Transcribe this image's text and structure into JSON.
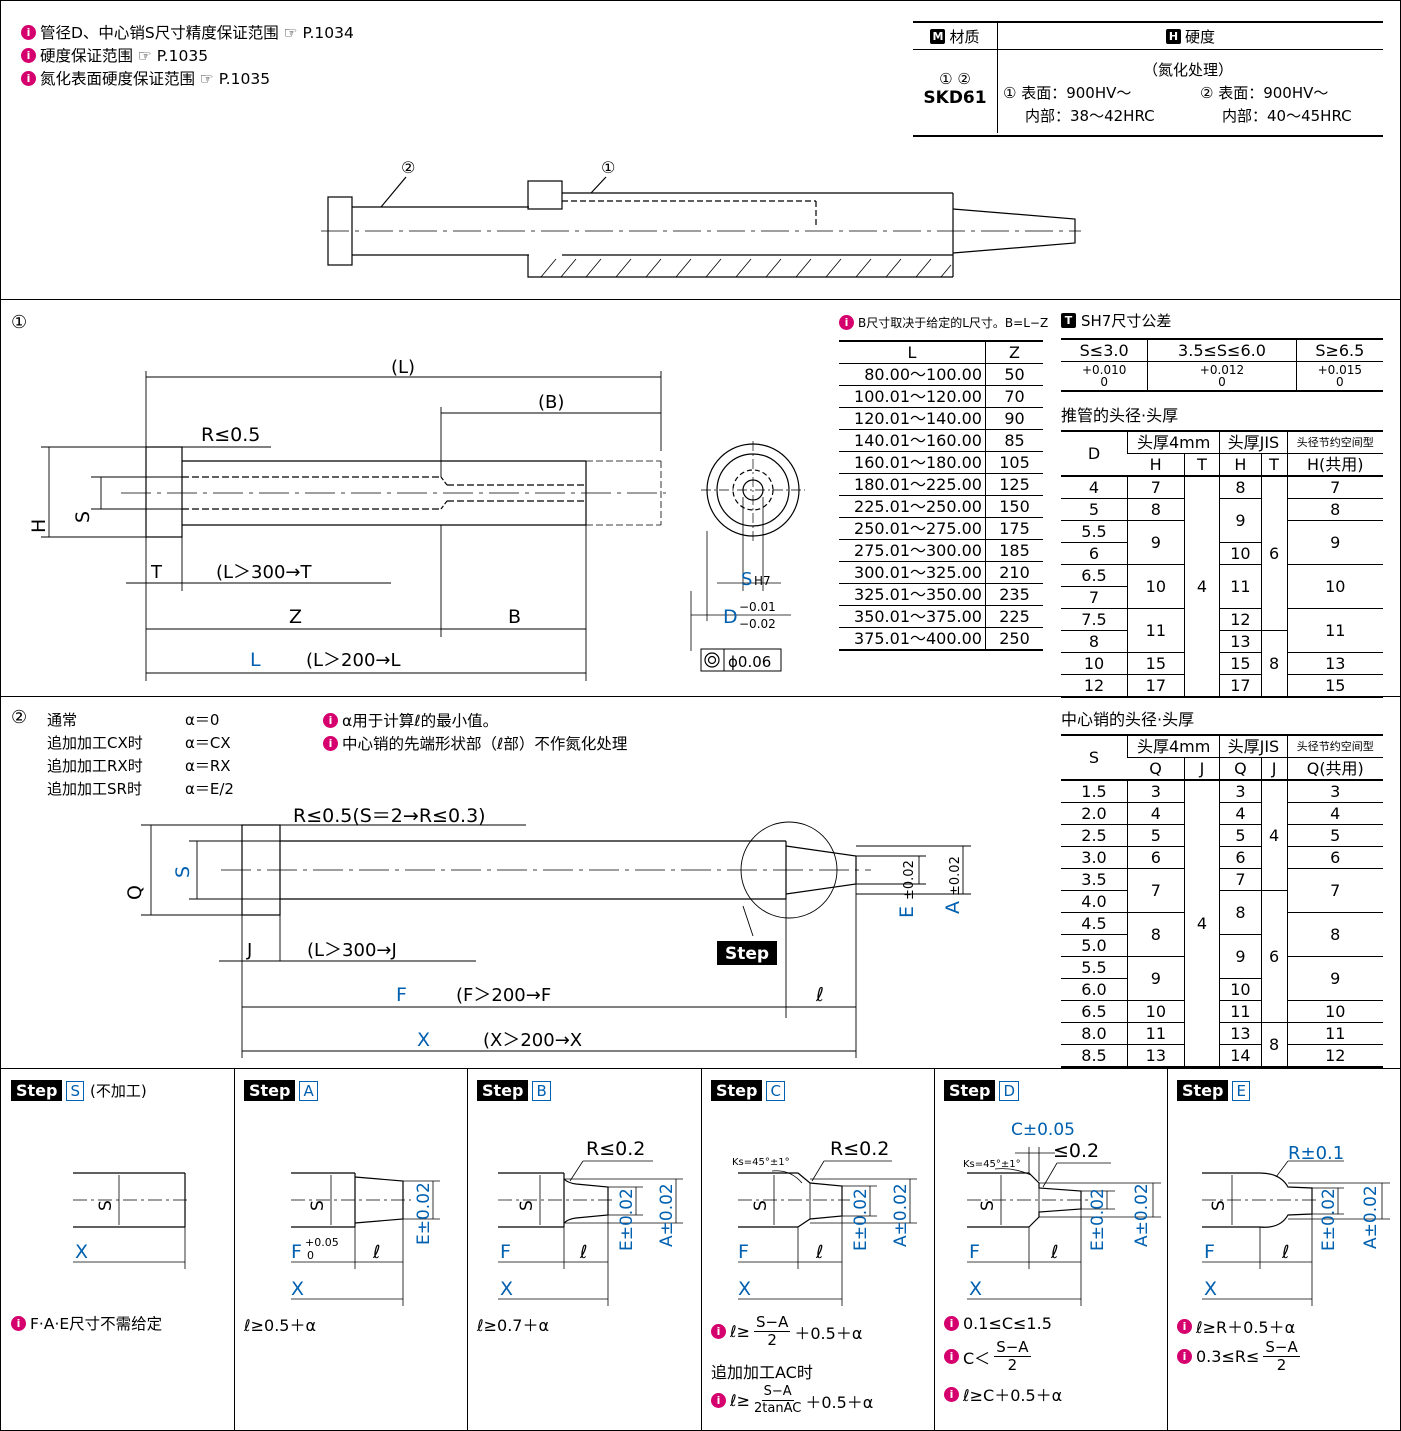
{
  "top_notes": [
    "管径D、中心销S尺寸精度保证范围 ☞ P.1034",
    "硬度保证范围 ☞ P.1035",
    "氮化表面硬度保证范围 ☞ P.1035"
  ],
  "material_table": {
    "material_header": "材质",
    "hardness_header": "硬度",
    "part_marks": "① ②",
    "material": "SKD61",
    "treatment": "（氮化处理）",
    "h1_surface": "① 表面：900HV～",
    "h1_inner": "内部：38～42HRC",
    "h2_surface": "② 表面：900HV～",
    "h2_inner": "内部：40～45HRC"
  },
  "assembly": {
    "mark1": "①",
    "mark2": "②"
  },
  "part1": {
    "mark": "①",
    "dim_L": "(L)",
    "dim_B_paren": "(B)",
    "radius": "R≤0.5",
    "H_label": "H",
    "S_label": "S",
    "T_label": "T",
    "T_tol": "(L＞300→T",
    "Z_label": "Z",
    "B_label": "B",
    "L_label": "L",
    "L_cond": "(L＞200→L",
    "SH7_label": "S",
    "SH7_sub": "H7",
    "D_label": "D",
    "D_tol_upper": "−0.01",
    "D_tol_lower": "−0.02",
    "concentricity": "ϕ0.06"
  },
  "b_note": "B尺寸取决于给定的L尺寸。B=L−Z",
  "lz_table": {
    "headers": [
      "L",
      "Z"
    ],
    "rows": [
      [
        "80.00～100.00",
        "50"
      ],
      [
        "100.01～120.00",
        "70"
      ],
      [
        "120.01～140.00",
        "90"
      ],
      [
        "140.01～160.00",
        "85"
      ],
      [
        "160.01～180.00",
        "105"
      ],
      [
        "180.01～225.00",
        "125"
      ],
      [
        "225.01～250.00",
        "150"
      ],
      [
        "250.01～275.00",
        "175"
      ],
      [
        "275.01～300.00",
        "185"
      ],
      [
        "300.01～325.00",
        "210"
      ],
      [
        "325.01～350.00",
        "235"
      ],
      [
        "350.01～375.00",
        "225"
      ],
      [
        "375.01～400.00",
        "250"
      ]
    ]
  },
  "sh7_table": {
    "title": "SH7尺寸公差",
    "headers": [
      "S≤3.0",
      "3.5≤S≤6.0",
      "S≥6.5"
    ],
    "values": [
      "+0.010",
      "+0.012",
      "+0.015"
    ],
    "zero": "0"
  },
  "pipe_head_table": {
    "title": "推管的头径·头厚",
    "h_col": "D",
    "groups": [
      "头厚4mm",
      "头厚JIS",
      "头径节约空间型"
    ],
    "sub": [
      "H",
      "T",
      "H",
      "T",
      "H(共用)"
    ],
    "rows": [
      [
        "4",
        "7",
        "4",
        "8",
        "6",
        "7"
      ],
      [
        "5",
        "8",
        "",
        "9",
        "",
        "8"
      ],
      [
        "5.5",
        "9",
        "",
        "",
        "",
        "9"
      ],
      [
        "6",
        "",
        "",
        "10",
        "",
        ""
      ],
      [
        "6.5",
        "10",
        "",
        "11",
        "",
        "10"
      ],
      [
        "7",
        "",
        "",
        "",
        "",
        ""
      ],
      [
        "7.5",
        "11",
        "",
        "12",
        "",
        "11"
      ],
      [
        "8",
        "",
        "",
        "13",
        "8",
        ""
      ],
      [
        "10",
        "15",
        "",
        "15",
        "",
        "13"
      ],
      [
        "12",
        "17",
        "",
        "17",
        "",
        "15"
      ]
    ]
  },
  "part2": {
    "mark": "②",
    "modes": [
      [
        "通常",
        "α＝0"
      ],
      [
        "追加加工CX时",
        "α＝CX"
      ],
      [
        "追加加工RX时",
        "α＝RX"
      ],
      [
        "追加加工SR时",
        "α＝E/2"
      ]
    ],
    "notes": [
      "α用于计算ℓ的最小值。",
      "中心销的先端形状部（ℓ部）不作氮化处理"
    ],
    "radius": "R≤0.5(S＝2→R≤0.3)",
    "Q_label": "Q",
    "S_label": "S",
    "E_label": "E",
    "E_tol": "±0.02",
    "A_label": "A",
    "A_tol": "±0.02",
    "J_label": "J",
    "J_cond": "(L＞300→J",
    "step_tag": "Step",
    "F_label": "F",
    "F_cond": "(F＞200→F",
    "ell": "ℓ",
    "X_label": "X",
    "X_cond": "(X＞200→X"
  },
  "pin_head_table": {
    "title": "中心销的头径·头厚",
    "h_col": "S",
    "groups": [
      "头厚4mm",
      "头厚JIS",
      "头径节约空间型"
    ],
    "sub": [
      "Q",
      "J",
      "Q",
      "J",
      "Q(共用)"
    ],
    "rows": [
      [
        "1.5",
        "3",
        "3",
        "3"
      ],
      [
        "2.0",
        "4",
        "4",
        "4"
      ],
      [
        "2.5",
        "5",
        "5",
        "5"
      ],
      [
        "3.0",
        "6",
        "6",
        "6"
      ],
      [
        "3.5",
        "7",
        "7",
        "7"
      ],
      [
        "4.0",
        "",
        "8",
        ""
      ],
      [
        "4.5",
        "8",
        "",
        "8"
      ],
      [
        "5.0",
        "",
        "9",
        ""
      ],
      [
        "5.5",
        "9",
        "",
        "9"
      ],
      [
        "6.0",
        "",
        "10",
        ""
      ],
      [
        "6.5",
        "10",
        "11",
        "10"
      ],
      [
        "8.0",
        "11",
        "13",
        "11"
      ],
      [
        "8.5",
        "13",
        "14",
        "12"
      ]
    ],
    "J_4mm": "4",
    "J_jis_a": "4",
    "J_jis_b": "6",
    "J_jis_c": "8"
  },
  "steps": [
    {
      "code": "S",
      "suffix": "(不加工)",
      "notes": [
        "F·A·E尺寸不需给定"
      ]
    },
    {
      "code": "A",
      "suffix": "",
      "notes": [
        "ℓ≥0.5＋α"
      ]
    },
    {
      "code": "B",
      "suffix": "",
      "notes": [
        "ℓ≥0.7＋α"
      ],
      "radius": "R≤0.2"
    },
    {
      "code": "C",
      "suffix": "",
      "notes": [
        "ℓ≥",
        "＋0.5＋α",
        "追加加工AC时",
        "ℓ≥",
        "＋0.5＋α"
      ],
      "radius": "R≤0.2",
      "ks": "Ks=45°±1°",
      "frac1_num": "S−A",
      "frac1_den": "2",
      "frac2_num": "S−A",
      "frac2_den": "2tanAC"
    },
    {
      "code": "D",
      "suffix": "",
      "notes": [
        "0.1≤C≤1.5",
        "C＜",
        "ℓ≥C＋0.5＋α"
      ],
      "radius": "≤0.2",
      "c_label": "C±0.05",
      "ks": "Ks=45°±1°",
      "frac_num": "S−A",
      "frac_den": "2"
    },
    {
      "code": "E",
      "suffix": "",
      "notes": [
        "ℓ≥R＋0.5＋α",
        "0.3≤R≤"
      ],
      "radius": "R±0.1",
      "frac_num": "S−A",
      "frac_den": "2"
    }
  ],
  "step_common": {
    "S": "S",
    "F": "F",
    "X": "X",
    "ell": "ℓ",
    "E": "E±0.02",
    "A": "A±0.02",
    "F_tol": "F",
    "F_tol_up": "+0.05",
    "F_tol_dn": "0",
    "tag": "Step"
  }
}
